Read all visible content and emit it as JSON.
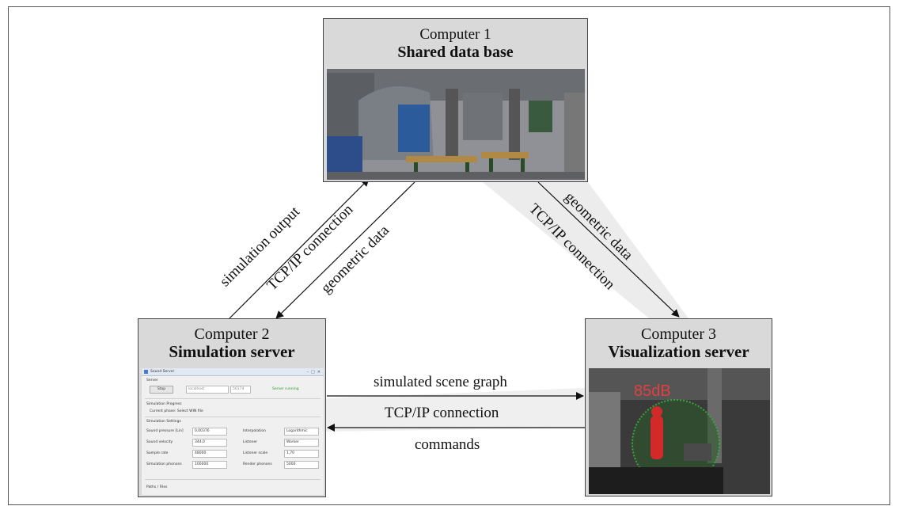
{
  "computers": {
    "c1": {
      "line1": "Computer 1",
      "line2": "Shared  data base"
    },
    "c2": {
      "line1": "Computer 2",
      "line2": "Simulation server"
    },
    "c3": {
      "line1": "Computer 3",
      "line2": "Visualization server"
    }
  },
  "edges": {
    "c2_c1": [
      "simulation output",
      "TCP/IP connection",
      "geometric data"
    ],
    "c1_c3": [
      "geometric data",
      "TCP/IP connection"
    ],
    "c2_c3": [
      "simulated scene graph",
      "TCP/IP connection",
      "commands"
    ]
  },
  "overlay_text": "85dB",
  "sim_window": {
    "title": "Sound Server",
    "server_label": "Server",
    "stop_button": "Stop",
    "host_value": "localhost",
    "port_value": "50174",
    "status": "Server running",
    "progress_label": "Simulation Progress",
    "current_phase": "Current phase:  Select WIN file",
    "settings_label": "Simulation Settings",
    "settings": [
      {
        "label": "Sound pressure [Lin]",
        "value": "0,00376",
        "label2": "Interpolation",
        "value2": "Logarithmic"
      },
      {
        "label": "Sound velocity",
        "value": "344,0",
        "label2": "Listener",
        "value2": "Worker"
      },
      {
        "label": "Sample rate",
        "value": "48000",
        "label2": "Listener scale",
        "value2": "1,70"
      },
      {
        "label": "Simulation phonons",
        "value": "100000",
        "label2": "Render phonons",
        "value2": "5000"
      }
    ],
    "paths_label": "Paths / Files"
  },
  "colors": {
    "box_bg": "#d9d9d9",
    "arrow": "#111111",
    "highlight": "#e04040",
    "sphere": "#3aa63a"
  }
}
